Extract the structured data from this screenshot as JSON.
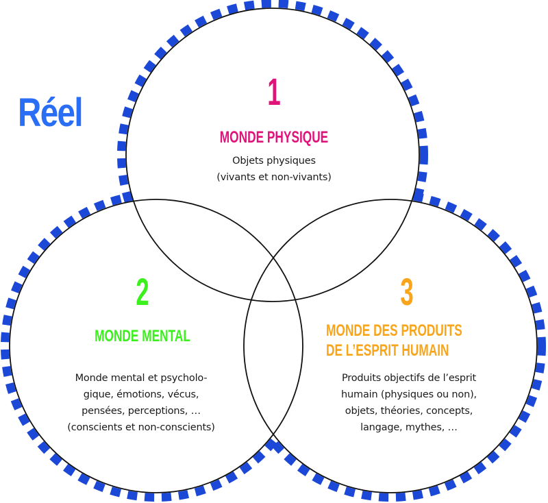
{
  "colors": {
    "reel": "#2a6ef5",
    "dash": "#1c48d8",
    "outline": "#111111",
    "world1": "#e0137a",
    "world2": "#3cf01e",
    "world3": "#f8a51c"
  },
  "label": "Réel",
  "worlds": [
    {
      "number": "1",
      "title_lines": [
        "MONDE PHYSIQUE"
      ],
      "description_lines": [
        "Objets physiques",
        "(vivants et non-vivants)"
      ]
    },
    {
      "number": "2",
      "title_lines": [
        "MONDE MENTAL"
      ],
      "description_lines": [
        "Monde mental et psycholo-",
        "gique, émotions, vécus,",
        "pensées, perceptions, …",
        "(conscients et non-conscients)"
      ]
    },
    {
      "number": "3",
      "title_lines": [
        "MONDE DES PRODUITS",
        "DE L’ESPRIT HUMAIN"
      ],
      "description_lines": [
        "Produits objectifs de l’esprit",
        "humain (physiques ou non),",
        "objets, théories, concepts,",
        "langage, mythes, …"
      ]
    }
  ]
}
